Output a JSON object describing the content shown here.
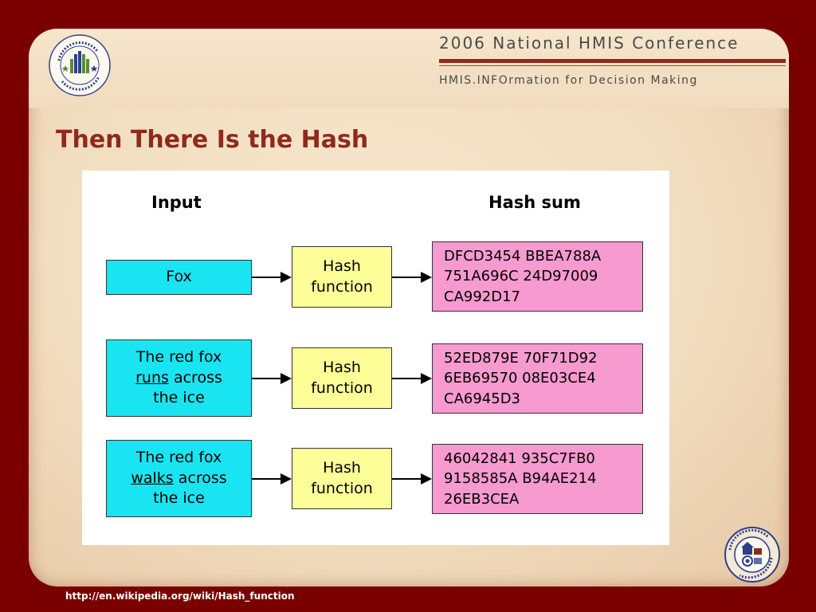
{
  "header": {
    "conference": "2006 National HMIS Conference",
    "tagline": "HMIS.INFOrmation for Decision Making"
  },
  "title": "Then There Is the Hash",
  "diagram": {
    "input_header": "Input",
    "output_header": "Hash sum",
    "rows": [
      {
        "input_lines": [
          "Fox"
        ],
        "function_lines": [
          "Hash",
          "function"
        ],
        "hash_lines": [
          "DFCD3454 BBEA788A",
          "751A696C 24D97009",
          "CA992D17"
        ]
      },
      {
        "input_lines": [
          "The red fox",
          "runs across",
          "the ice"
        ],
        "input_underlined_word": "runs",
        "function_lines": [
          "Hash",
          "function"
        ],
        "hash_lines": [
          "52ED879E 70F71D92",
          "6EB69570 08E03CE4",
          "CA6945D3"
        ]
      },
      {
        "input_lines": [
          "The red fox",
          "walks across",
          "the ice"
        ],
        "input_underlined_word": "walks",
        "function_lines": [
          "Hash",
          "function"
        ],
        "hash_lines": [
          "46042841 935C7FB0",
          "9158585A B94AE214",
          "26EB3CEA"
        ]
      }
    ]
  },
  "footer": {
    "url": "http://en.wikipedia.org/wiki/Hash_function"
  },
  "logos": {
    "hud_seal_text": "U.S. DEPARTMENT OF HOUSING AND URBAN DEVELOPMENT",
    "conference_seal_text": "National HMIS Conference"
  },
  "colors": {
    "frame": "#7a0000",
    "title": "#8e2a1c",
    "input_box": "#19e5f2",
    "function_box": "#ffff9a",
    "hash_box": "#f79ad0"
  }
}
